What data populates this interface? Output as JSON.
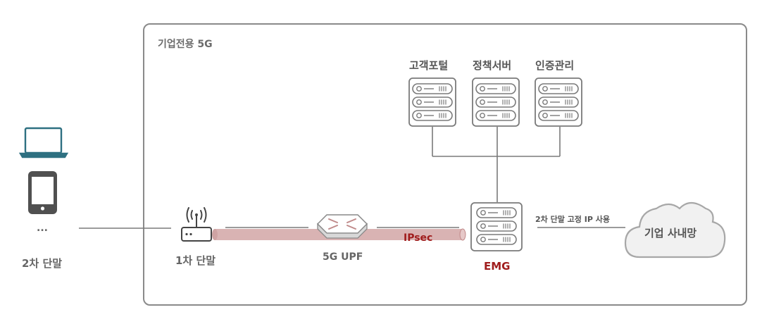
{
  "frame": {
    "title": "기업전용 5G"
  },
  "servers": [
    {
      "label": "고객포털"
    },
    {
      "label": "정책서버"
    },
    {
      "label": "인증관리"
    }
  ],
  "nodes": {
    "terminal2": "2차 단말",
    "terminal_more": "...",
    "terminal1": "1차 단말",
    "upf": "5G UPF",
    "emg": "EMG",
    "ipsec": "IPsec",
    "cloud": "기업 사내망"
  },
  "link_label": "2차 단말 고정 IP 사용",
  "colors": {
    "frame": "#8a8a8a",
    "tunnel": "#d9b3b3",
    "tunnel_edge": "#c08888",
    "accent_red": "#a01d1d",
    "device_teal": "#2e7081",
    "phone": "#505050",
    "icon_gray": "#7a7a7a"
  },
  "icons": [
    "laptop-icon",
    "smartphone-icon",
    "wifi-router-icon",
    "router-icon",
    "server-icon",
    "cloud-icon"
  ]
}
